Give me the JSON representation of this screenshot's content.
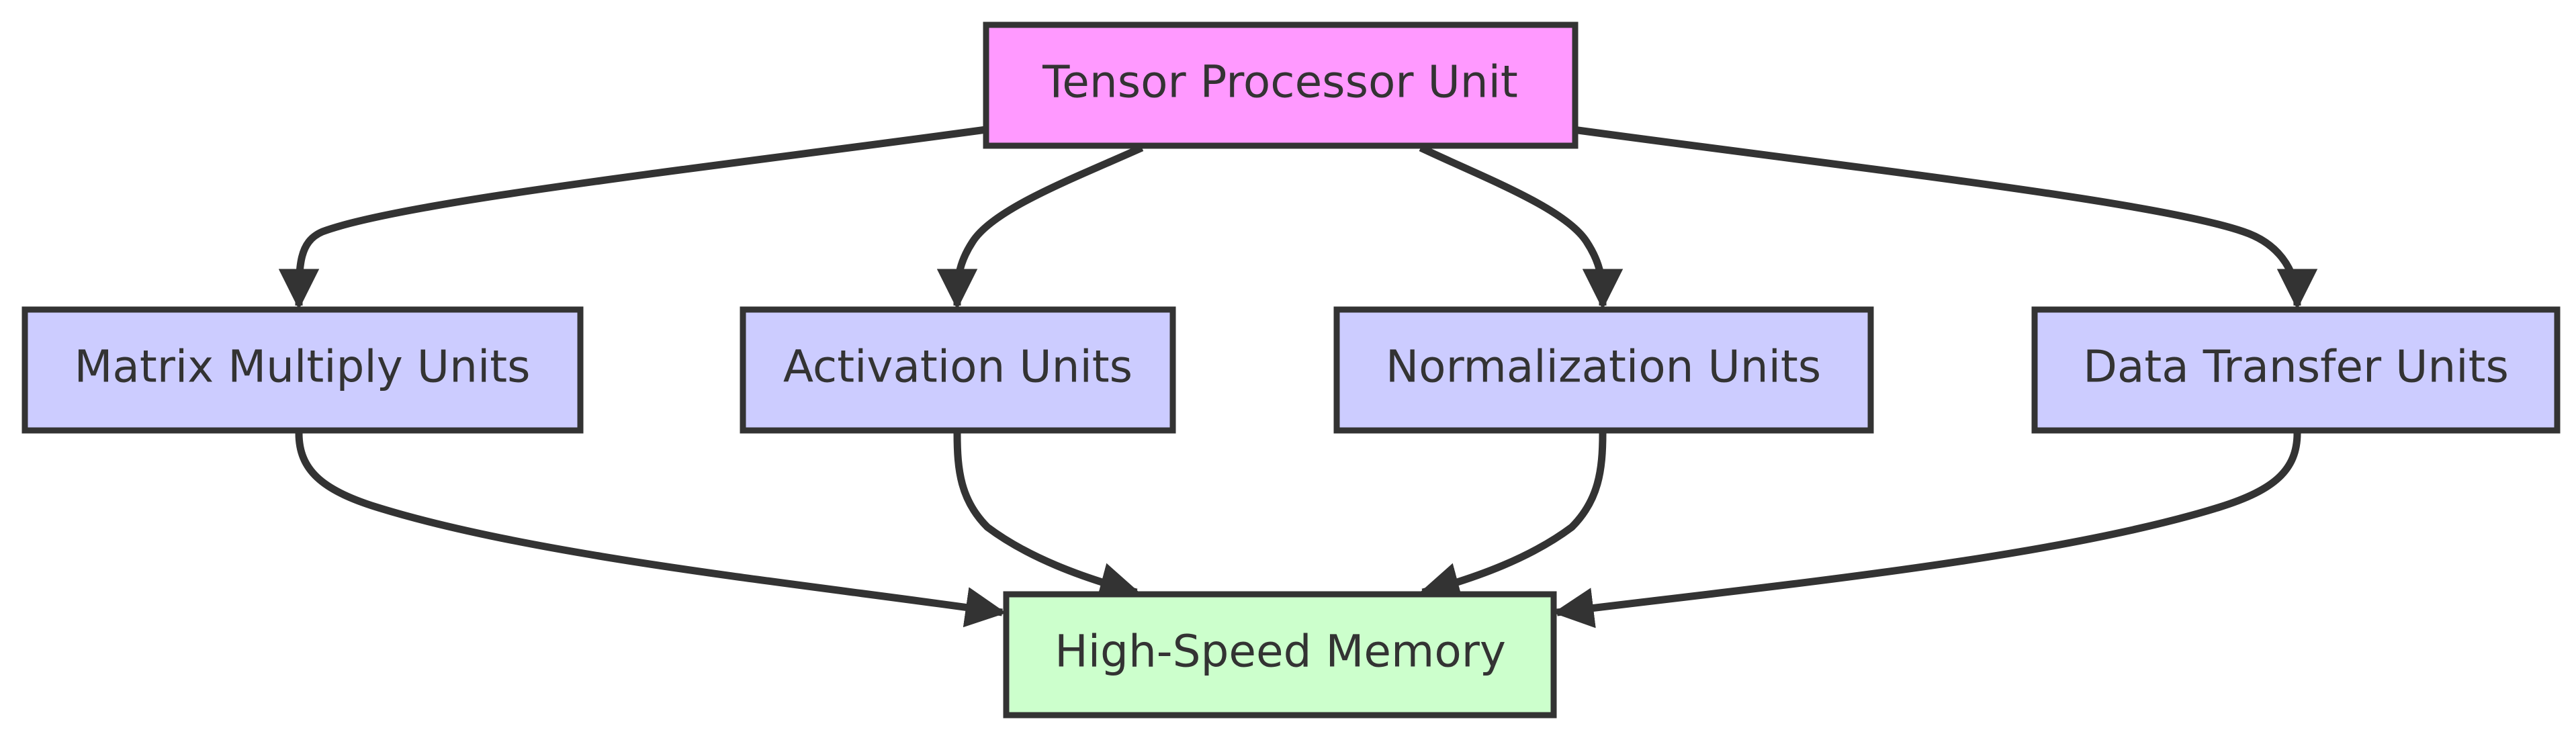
{
  "diagram": {
    "type": "flowchart",
    "nodes": [
      {
        "id": "tpu",
        "label": "Tensor Processor Unit",
        "fill": "#ff99ff"
      },
      {
        "id": "mmu",
        "label": "Matrix Multiply Units",
        "fill": "#ccccff"
      },
      {
        "id": "act",
        "label": "Activation Units",
        "fill": "#ccccff"
      },
      {
        "id": "norm",
        "label": "Normalization Units",
        "fill": "#ccccff"
      },
      {
        "id": "dtu",
        "label": "Data Transfer Units",
        "fill": "#ccccff"
      },
      {
        "id": "mem",
        "label": "High-Speed Memory",
        "fill": "#ccffcc"
      }
    ],
    "edges": [
      {
        "from": "tpu",
        "to": "mmu"
      },
      {
        "from": "tpu",
        "to": "act"
      },
      {
        "from": "tpu",
        "to": "norm"
      },
      {
        "from": "tpu",
        "to": "dtu"
      },
      {
        "from": "mmu",
        "to": "mem"
      },
      {
        "from": "act",
        "to": "mem"
      },
      {
        "from": "norm",
        "to": "mem"
      },
      {
        "from": "dtu",
        "to": "mem"
      }
    ],
    "colors": {
      "stroke": "#333333",
      "text": "#333333"
    }
  }
}
